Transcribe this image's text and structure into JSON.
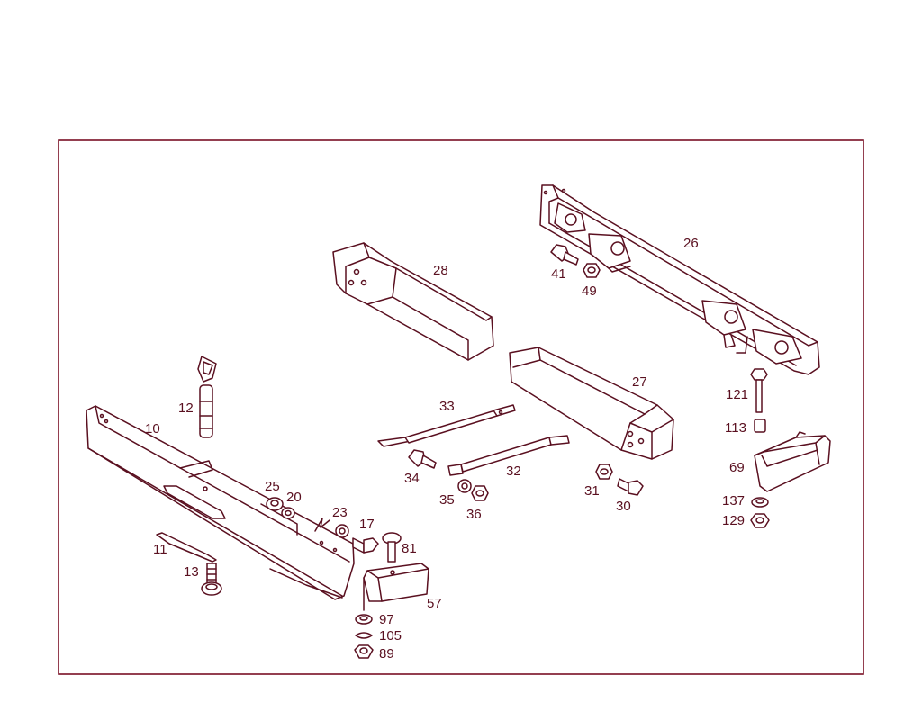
{
  "colors": {
    "frame": "#7a0f24",
    "line": "#5a1020",
    "background": "#ffffff"
  },
  "callouts": [
    {
      "id": "p10",
      "label": "10"
    },
    {
      "id": "p11",
      "label": "11"
    },
    {
      "id": "p12",
      "label": "12"
    },
    {
      "id": "p13",
      "label": "13"
    },
    {
      "id": "p17",
      "label": "17"
    },
    {
      "id": "p20",
      "label": "20"
    },
    {
      "id": "p23",
      "label": "23"
    },
    {
      "id": "p25",
      "label": "25"
    },
    {
      "id": "p26",
      "label": "26"
    },
    {
      "id": "p27",
      "label": "27"
    },
    {
      "id": "p28",
      "label": "28"
    },
    {
      "id": "p30",
      "label": "30"
    },
    {
      "id": "p31",
      "label": "31"
    },
    {
      "id": "p32",
      "label": "32"
    },
    {
      "id": "p33",
      "label": "33"
    },
    {
      "id": "p34",
      "label": "34"
    },
    {
      "id": "p35",
      "label": "35"
    },
    {
      "id": "p36",
      "label": "36"
    },
    {
      "id": "p41",
      "label": "41"
    },
    {
      "id": "p49",
      "label": "49"
    },
    {
      "id": "p57",
      "label": "57"
    },
    {
      "id": "p69",
      "label": "69"
    },
    {
      "id": "p81",
      "label": "81"
    },
    {
      "id": "p89",
      "label": "89"
    },
    {
      "id": "p97",
      "label": "97"
    },
    {
      "id": "p105",
      "label": "105"
    },
    {
      "id": "p113",
      "label": "113"
    },
    {
      "id": "p121",
      "label": "121"
    },
    {
      "id": "p129",
      "label": "129"
    },
    {
      "id": "p137",
      "label": "137"
    }
  ]
}
